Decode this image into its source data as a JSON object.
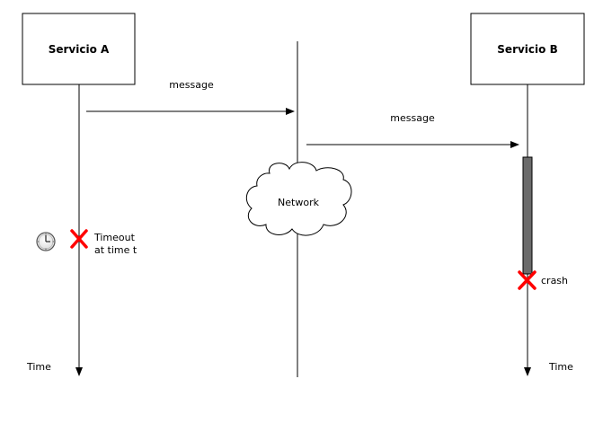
{
  "diagram": {
    "participants": {
      "service_a": "Servicio A",
      "service_b": "Servicio B"
    },
    "messages": {
      "first": "message",
      "second": "message"
    },
    "network_label": "Network",
    "timeout": {
      "line1": "Timeout",
      "line2": "at time t"
    },
    "crash_label": "crash",
    "time_axis": {
      "left": "Time",
      "right": "Time"
    },
    "icons": [
      "clock-icon",
      "timeout-x-icon",
      "crash-x-icon",
      "cloud-icon"
    ],
    "colors": {
      "stroke": "#000000",
      "activation": "#6b6b6b",
      "error": "#ff0000"
    }
  }
}
